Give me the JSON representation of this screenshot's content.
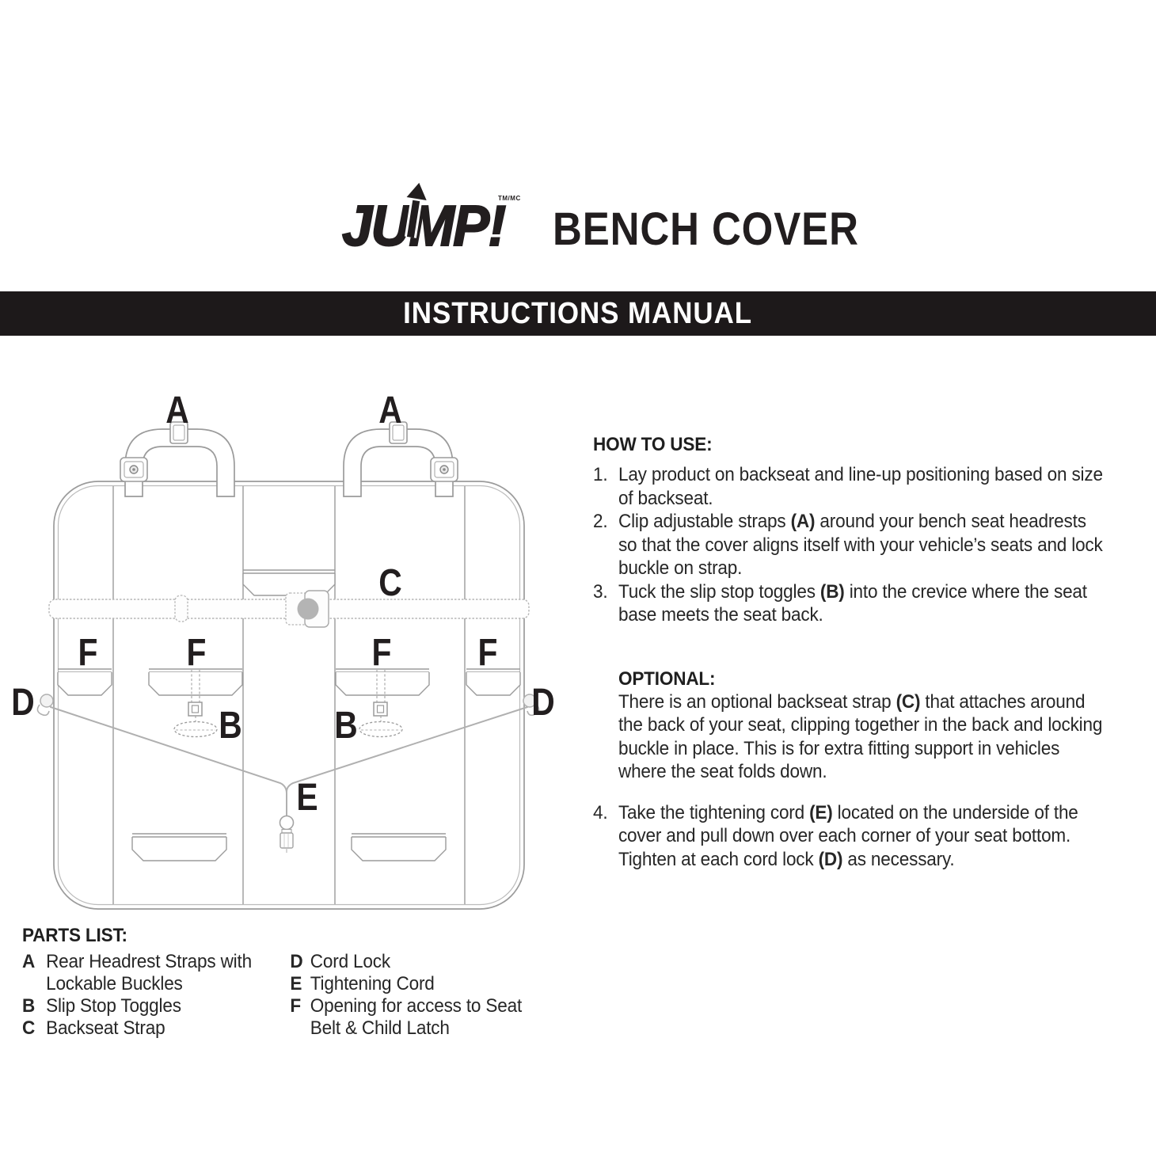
{
  "header": {
    "logo_text": "JUMP!",
    "logo_tm": "TM/MC",
    "product_title": "BENCH COVER"
  },
  "banner": {
    "title": "INSTRUCTIONS MANUAL"
  },
  "how_to_use": {
    "heading": "HOW TO USE:",
    "steps": [
      {
        "num": "1.",
        "text": "Lay product on backseat and line-up positioning based on size\nof backseat."
      },
      {
        "num": "2.",
        "text": "Clip adjustable straps **(A)** around your bench seat headrests\nso that the cover aligns itself with your vehicle’s seats and lock\nbuckle on strap."
      },
      {
        "num": "3.",
        "text": "Tuck the slip stop toggles **(B)** into the crevice where the seat\nbase meets the seat back."
      }
    ],
    "optional_heading": "OPTIONAL:",
    "optional_text": "There is an optional backseat strap **(C)** that attaches around\nthe back of your seat, clipping together in the back and locking\nbuckle in place. This is for extra fitting support in vehicles\nwhere the seat folds down.",
    "step4": {
      "num": "4.",
      "text": "Take the tightening cord **(E)** located on the underside of the\ncover and pull down over each corner of your seat bottom.\nTighten at each cord lock **(D)** as necessary."
    }
  },
  "parts_list": {
    "heading": "PARTS LIST:",
    "col1": [
      {
        "key": "A",
        "text": "Rear Headrest Straps with\nLockable Buckles"
      },
      {
        "key": "B",
        "text": "Slip Stop Toggles"
      },
      {
        "key": "C",
        "text": "Backseat Strap"
      }
    ],
    "col2": [
      {
        "key": "D",
        "text": "Cord Lock"
      },
      {
        "key": "E",
        "text": "Tightening Cord"
      },
      {
        "key": "F",
        "text": "Opening for access to Seat\nBelt & Child Latch"
      }
    ]
  },
  "diagram": {
    "labels": {
      "a_left": "A",
      "a_right": "A",
      "c": "C",
      "f1": "F",
      "f2": "F",
      "f3": "F",
      "f4": "F",
      "d_left": "D",
      "d_right": "D",
      "b_left": "B",
      "b_right": "B",
      "e": "E"
    }
  },
  "colors": {
    "ink": "#221e1f",
    "banner_bg": "#1d191a",
    "line_gray": "#9b9b9b",
    "light_gray": "#b5b5b5"
  }
}
